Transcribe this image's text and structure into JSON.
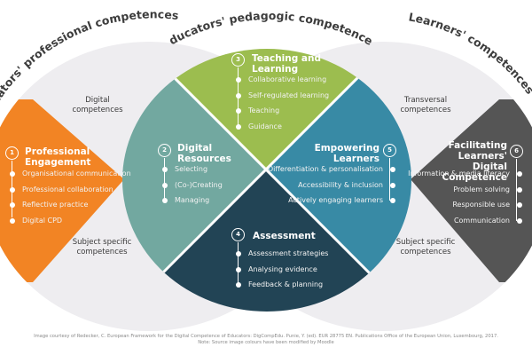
{
  "colors": {
    "orange": "#f28424",
    "teal": "#72a8a0",
    "green": "#9cbd4f",
    "navy": "#224455",
    "blue": "#388aa5",
    "dark_grey": "#555555",
    "bg_circle": "#eeedf0"
  },
  "headings": {
    "professional": "Educators' professional competences",
    "pedagogic": "Educators' pedagogic competences",
    "learners": "Learners' competences"
  },
  "side_labels": {
    "digital": "Digital competences",
    "subject_left": "Subject specific competences",
    "transversal": "Transversal competences",
    "subject_right": "Subject specific competences"
  },
  "areas": [
    {
      "number": "1",
      "title": "Professional Engagement",
      "items": [
        "Organisational communication",
        "Professional collaboration",
        "Reflective practice",
        "Digital CPD"
      ]
    },
    {
      "number": "2",
      "title": "Digital Resources",
      "items": [
        "Selecting",
        "(Co-)Creating",
        "Managing"
      ]
    },
    {
      "number": "3",
      "title": "Teaching and Learning",
      "items": [
        "Collaborative learning",
        "Self-regulated learning",
        "Teaching",
        "Guidance"
      ]
    },
    {
      "number": "4",
      "title": "Assessment",
      "items": [
        "Assessment strategies",
        "Analysing evidence",
        "Feedback & planning"
      ]
    },
    {
      "number": "5",
      "title": "Empowering Learners",
      "items": [
        "Differentiation & personalisation",
        "Accessibility & inclusion",
        "Actively engaging learners"
      ]
    },
    {
      "number": "6",
      "title": "Facilitating Learners' Digital Competence",
      "items": [
        "Information & media literacy",
        "Problem solving",
        "Responsible use",
        "Communication"
      ]
    }
  ],
  "credit": {
    "line1": "Image courtesy of Redecker, C. European Framework for the Digital Competence of Educators: DigCompEdu. Punie, Y. (ed). EUR 28775 EN. Publications Office of the European Union, Luxembourg, 2017.",
    "line2": "Note: Source image colours have been modified by Moodle"
  }
}
